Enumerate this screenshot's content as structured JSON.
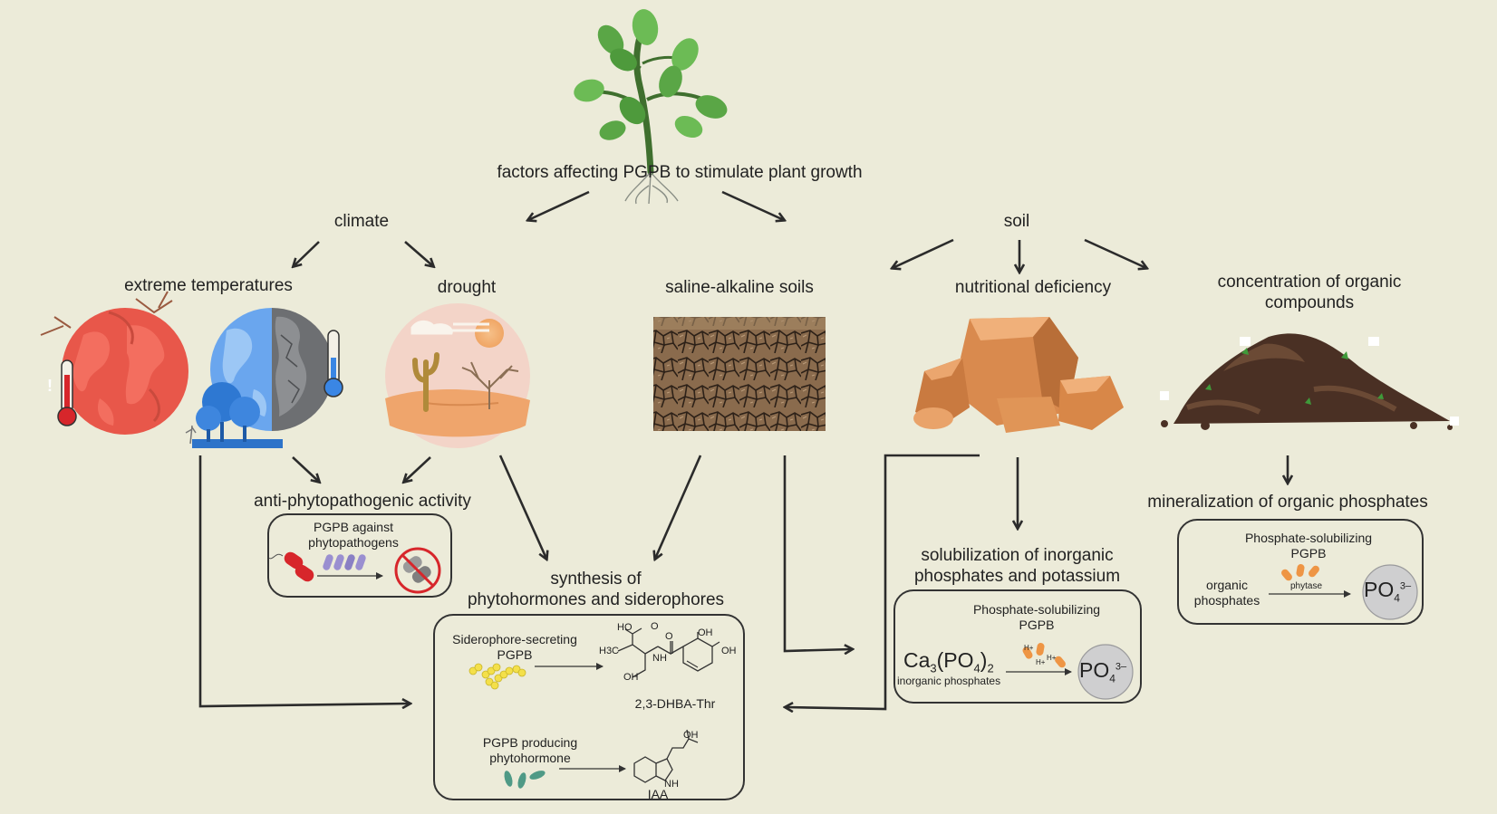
{
  "title": "factors affecting PGPB to stimulate plant growth",
  "categories": {
    "climate": "climate",
    "soil": "soil"
  },
  "factors": {
    "extreme_temperatures": "extreme temperatures",
    "drought": "drought",
    "saline_alkaline": "saline-alkaline soils",
    "nutritional_deficiency": "nutritional deficiency",
    "organic_compounds_line1": "concentration of organic",
    "organic_compounds_line2": "compounds"
  },
  "outcomes": {
    "anti_phyto": {
      "heading": "anti-phytopathogenic activity",
      "box_line1": "PGPB against",
      "box_line2": "phytopathogens"
    },
    "synthesis": {
      "heading_line1": "synthesis of",
      "heading_line2": "phytohormones and siderophores",
      "sidero_line1": "Siderophore-secreting",
      "sidero_line2": "PGPB",
      "sidero_product": "2,3-DHBA-Thr",
      "hormone_line1": "PGPB producing",
      "hormone_line2": "phytohormone",
      "hormone_product": "IAA",
      "chem_labels": {
        "hooh": "HO",
        "o1": "O",
        "oh1": "OH",
        "oh2": "OH",
        "oh3": "OH",
        "nh": "NH",
        "h3c": "H3C",
        "o2": "O",
        "nh2": "NH",
        "oh4": "OH"
      }
    },
    "solubilization": {
      "heading_line1": "solubilization of inorganic",
      "heading_line2": "phosphates and potassium",
      "box_line1": "Phosphate-solubilizing",
      "box_line2": "PGPB",
      "formula_main": "Ca",
      "formula_sub1": "3",
      "formula_mid": "(PO",
      "formula_sub2": "4",
      "formula_end": ")",
      "formula_sub3": "2",
      "formula_label": "inorganic phosphates",
      "proton": "H+",
      "product_main": "PO",
      "product_sub": "4",
      "product_sup": "3–"
    },
    "mineralization": {
      "heading": "mineralization of organic phosphates",
      "box_line1": "Phosphate-solubilizing",
      "box_line2": "PGPB",
      "substrate_line1": "organic",
      "substrate_line2": "phosphates",
      "enzyme": "phytase",
      "product_main": "PO",
      "product_sub": "4",
      "product_sup": "3–"
    }
  },
  "colors": {
    "background": "#ecebd9",
    "arrow": "#2b2b2b",
    "leaf": "#5aa646",
    "hot_earth": "#e8574a",
    "cold_earth": "#6aa6ee",
    "rock": "#d98a4e",
    "compost": "#4a3024",
    "bacteria_red": "#d7262b",
    "bacteria_purple": "#9a8fd0",
    "bacteria_yellow": "#f4e04a",
    "bacteria_teal": "#4f9a86",
    "bacteria_orange": "#ee9544"
  },
  "icons": [
    "plant-icon",
    "hot-earth-icon",
    "cold-earth-icon",
    "desert-icon",
    "cracked-soil-icon",
    "rock-icon",
    "compost-icon"
  ]
}
